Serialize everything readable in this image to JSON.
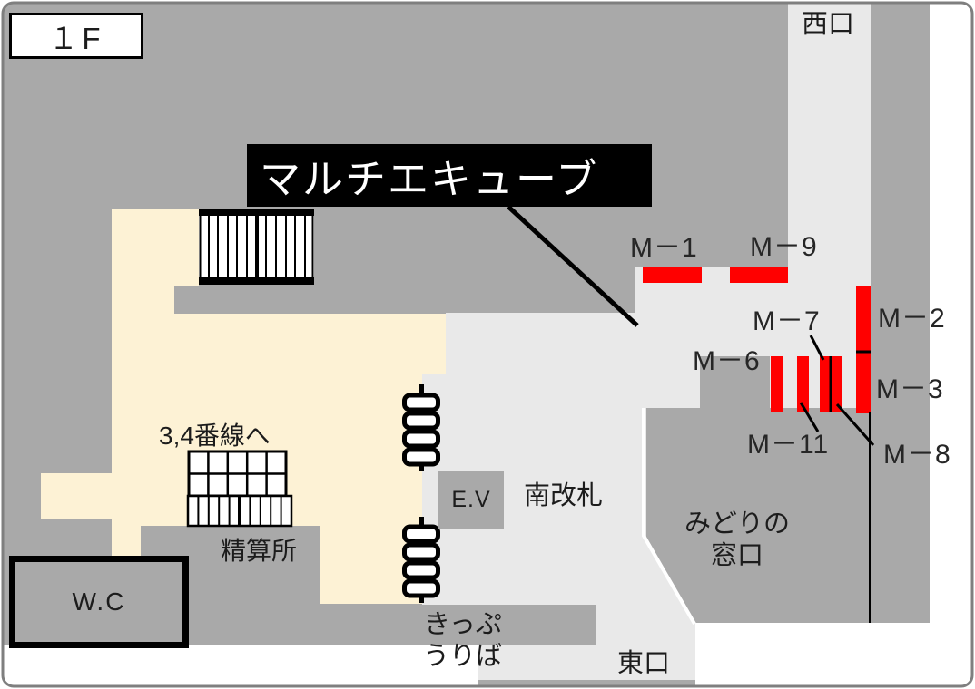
{
  "colors": {
    "background": "#a9a9a9",
    "concourse": "#e9e9e9",
    "shop_area": "#fdf2d5",
    "highlight": "#ff0000",
    "frame": "#7f7f7f"
  },
  "floor": {
    "label": "１F"
  },
  "title": {
    "text": "マルチエキューブ"
  },
  "exits": {
    "west": "西口",
    "east": "東口"
  },
  "facilities": {
    "south_gate": "南改札",
    "elevator": "E.V",
    "toilet": "W.C",
    "fare_adjustment": "精算所",
    "ticket_office_line1": "きっぷ",
    "ticket_office_line2": "うりば",
    "midori_window_line1": "みどりの",
    "midori_window_line2": "窓口",
    "to_platforms": "3,4番線へ"
  },
  "locations": {
    "m1": "M－1",
    "m9": "M－9",
    "m2": "M－2",
    "m3": "M－3",
    "m6": "M－6",
    "m7": "M－7",
    "m8": "M－8",
    "m11": "M－11"
  }
}
